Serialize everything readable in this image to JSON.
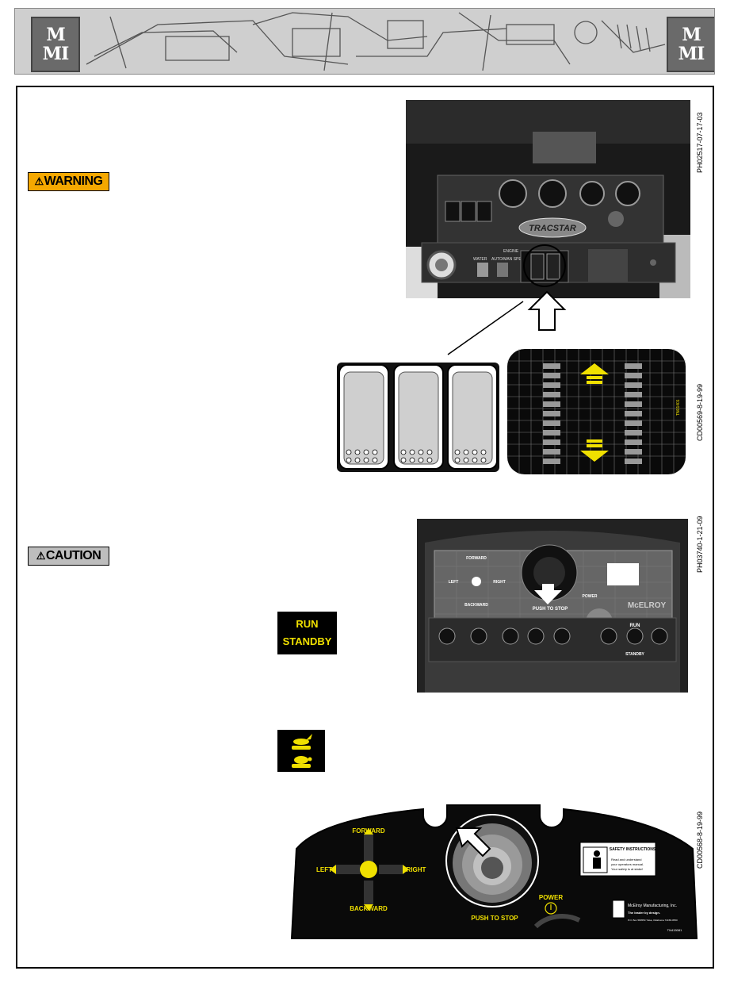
{
  "header": {
    "logo_left_line1": "M",
    "logo_left_line2": "MI",
    "logo_right_line1": "M",
    "logo_right_line2": "MI"
  },
  "labels": {
    "warning": "WARNING",
    "caution": "CAUTION"
  },
  "photo_ids": {
    "top_photo": "PH02517-07-17-03",
    "switch_drawing": "CD00569-8-19-99",
    "remote_photo": "PH03740-1-21-09",
    "remote_drawing": "CD00568-8-19-99"
  },
  "top_photo": {
    "brand": "TRACSTAR",
    "labels": [
      "WATER",
      "AUTO/MAN SPEED",
      "ENGINE"
    ]
  },
  "switch_decal_code": "TN01401",
  "run_decal": {
    "run": "RUN",
    "standby": "STANDBY"
  },
  "remote_photo": {
    "forward": "FORWARD",
    "backward": "BACKWARD",
    "left": "LEFT",
    "right": "RIGHT",
    "push_to_stop": "PUSH TO STOP",
    "power": "POWER",
    "brand": "McELROY",
    "run": "RUN",
    "standby": "STANDBY"
  },
  "remote_drawing": {
    "forward": "FORWARD",
    "backward": "BACKWARD",
    "left": "LEFT",
    "right": "RIGHT",
    "push_to_stop": "PUSH TO STOP",
    "power": "POWER",
    "safety_title": "SAFETY INSTRUCTIONS",
    "safety_line1": "Read and understand",
    "safety_line2": "your operators manual.",
    "safety_line3": "Your safety is at stake!",
    "company": "McElroy Manufacturing, Inc.",
    "tagline": "The leader by design.",
    "address": "P.O. Box 580550 Tulsa, Oklahoma 74158-0550",
    "part_no": "TN415081"
  },
  "colors": {
    "warning": "#f5a800",
    "caution": "#bdbdbd",
    "decal_yellow": "#f0e000"
  }
}
